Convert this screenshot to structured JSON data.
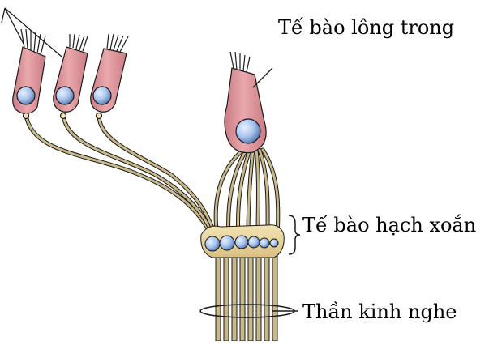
{
  "labels": {
    "inner_hair_cell": "Tế bào lông trong",
    "spiral_ganglion": "Tế bào hạch xoắn",
    "auditory_nerve": "Thần kinh nghe"
  },
  "colors": {
    "hair_cell_body": "#e39aa0",
    "nucleus": "#a9c4ec",
    "fiber": "#c9b889",
    "ganglion": "#ecd9a2",
    "outline": "#1a1a1a"
  },
  "elements": {
    "outer_hair_cells_count": 3,
    "ganglion_cells_count": 6
  }
}
